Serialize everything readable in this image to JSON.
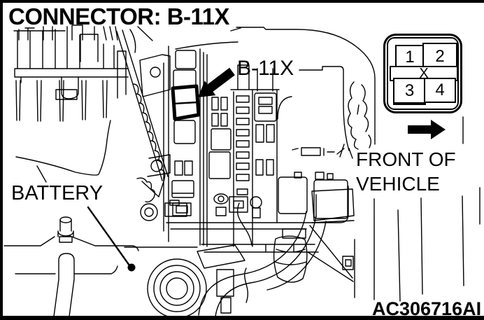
{
  "page": {
    "title": "CONNECTOR: B-11X",
    "figure_id": "AC306716AI",
    "background_color": "#ffffff",
    "line_color": "#000000"
  },
  "labels": {
    "connector_callout": "B-11X",
    "battery": "BATTERY",
    "front_of_vehicle_line1": "FRONT OF",
    "front_of_vehicle_line2": "VEHICLE"
  },
  "pinout": {
    "pins": [
      "1",
      "2",
      "3",
      "4"
    ],
    "center_marker": "X"
  },
  "icons": {
    "connector_pointer_arrow": "solid-arrow-down-left",
    "front_of_vehicle_arrow": "solid-arrow-right",
    "battery_callout_dot": "filled-circle"
  }
}
